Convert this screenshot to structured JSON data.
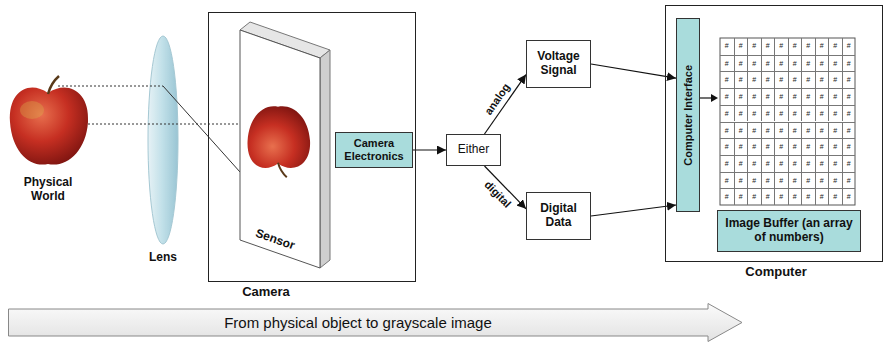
{
  "diagram": {
    "nodes": [
      {
        "text": [
          "Camera"
        ]
      },
      {
        "text": [
          "Sensor"
        ],
        "in": 0
      },
      {
        "text": [
          "Camera Electronics"
        ],
        "in": 0
      },
      {
        "text": [
          "Either"
        ]
      },
      {
        "text": [
          "Voltage Signal"
        ]
      },
      {
        "text": [
          "Digital Data"
        ]
      },
      {
        "text": [
          "Computer"
        ]
      },
      {
        "text": [
          "Computer Interface"
        ],
        "in": 6
      },
      {
        "text": [
          "Image Buffer (an array of numbers)"
        ],
        "in": 6
      },
      {
        "text": [
          "From physical object to grayscale image"
        ]
      }
    ],
    "edges": [
      {
        "from": 2,
        "to": 3,
        "arrow": "to"
      },
      {
        "from": 3,
        "to": 4,
        "label": "analog",
        "arrow": "to"
      },
      {
        "from": 3,
        "to": 5,
        "label": "digital",
        "arrow": "to"
      },
      {
        "from": 4,
        "to": 7,
        "arrow": "to"
      },
      {
        "from": 5,
        "to": 7,
        "arrow": "to"
      }
    ],
    "labels": [
      "Physical World",
      "Lens",
      "#",
      "#",
      "#",
      "#",
      "#",
      "#",
      "#",
      "#",
      "#",
      "#",
      "#",
      "#",
      "#",
      "#",
      "#",
      "#",
      "#",
      "#",
      "#",
      "#",
      "#",
      "#",
      "#",
      "#",
      "#",
      "#",
      "#",
      "#",
      "#",
      "#",
      "#",
      "#",
      "#",
      "#",
      "#",
      "#",
      "#",
      "#",
      "#",
      "#",
      "#",
      "#",
      "#",
      "#",
      "#",
      "#",
      "#",
      "#",
      "#",
      "#",
      "#",
      "#",
      "#",
      "#",
      "#",
      "#",
      "#",
      "#",
      "#",
      "#",
      "#",
      "#",
      "#",
      "#",
      "#",
      "#",
      "#",
      "#",
      "#",
      "#",
      "#",
      "#",
      "#",
      "#",
      "#",
      "#",
      "#",
      "#",
      "#",
      "#",
      "#",
      "#",
      "#",
      "#",
      "#",
      "#",
      "#",
      "#",
      "#",
      "#",
      "#",
      "#",
      "#",
      "#",
      "#",
      "#",
      "#",
      "#",
      "#",
      "#"
    ]
  }
}
